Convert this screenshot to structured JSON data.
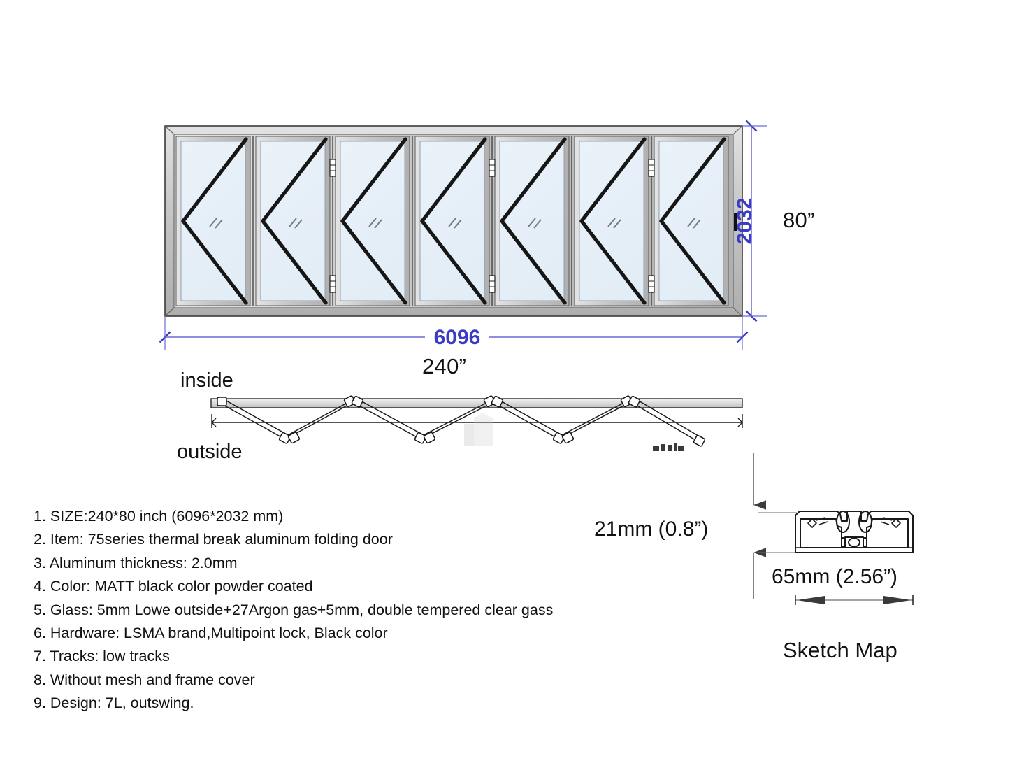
{
  "drawing": {
    "title": "75 series thermal break aluminum folding door - technical drawing",
    "elevation": {
      "width_mm_label": "6096",
      "width_inch_label": "240”",
      "height_mm_label": "2032",
      "height_inch_label": "80”",
      "panel_count": 7,
      "swing_glyph": "chevron-left"
    },
    "plan": {
      "inside_label": "inside",
      "outside_label": "outside",
      "watermark_text": "",
      "fold_segments": 7
    },
    "sketch": {
      "title": "Sketch Map",
      "height_label": "21mm (0.8”)",
      "width_label": "65mm (2.56”)"
    }
  },
  "specs": {
    "items": [
      "1. SIZE:240*80 inch (6096*2032 mm)",
      "2. Item: 75series thermal break aluminum folding door",
      "3. Aluminum thickness: 2.0mm",
      "4. Color: MATT black color powder coated",
      "5. Glass: 5mm Lowe outside+27Argon gas+5mm, double tempered clear gass",
      "6. Hardware: LSMA brand,Multipoint lock, Black color",
      "7. Tracks: low tracks",
      "8. Without mesh and frame cover",
      "9. Design: 7L, outswing."
    ]
  },
  "colors": {
    "dimension_blue": "#3b3bc4",
    "frame_gray": "#c9c9c9",
    "frame_dark": "#8f8f8f",
    "glass_blue": "#e9f1f8",
    "line_black": "#111111"
  }
}
